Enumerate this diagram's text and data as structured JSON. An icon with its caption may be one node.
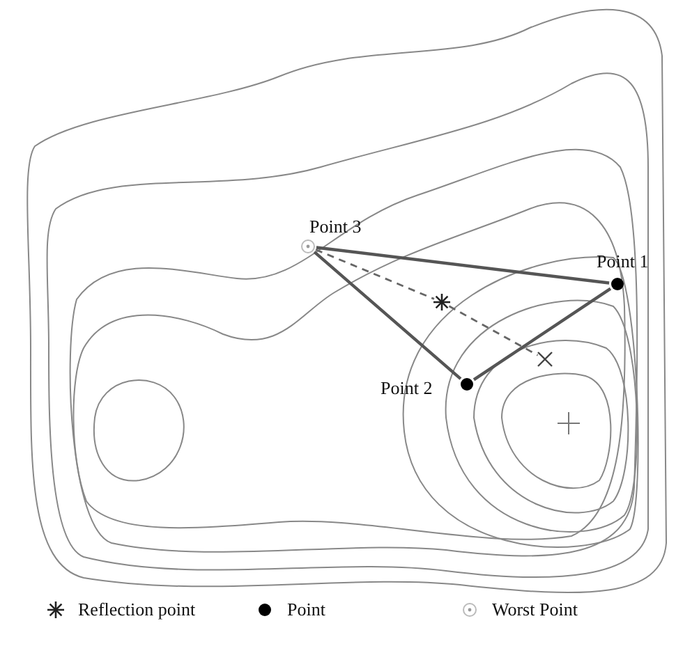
{
  "diagram": {
    "nodes": [
      {
        "text": [],
        "shape": "circle",
        "beside": [
          "Point 3"
        ]
      },
      {
        "text": [],
        "shape": "dot",
        "beside": [
          "Point 1"
        ]
      },
      {
        "text": [],
        "shape": "dot",
        "beside": [
          "Point 2"
        ]
      },
      {
        "text": [],
        "shape": "star"
      },
      {
        "text": [],
        "shape": "cross"
      }
    ],
    "edges": [
      {
        "from": 0,
        "to": 1,
        "arrow": "none"
      },
      {
        "from": 0,
        "to": 2,
        "arrow": "none"
      },
      {
        "from": 2,
        "to": 1,
        "arrow": "none"
      },
      {
        "from": 0,
        "to": 3,
        "arrow": "none",
        "style": "dashed"
      },
      {
        "from": 3,
        "to": 4,
        "arrow": "none",
        "style": "dashed"
      }
    ],
    "legend": [
      {
        "text": "Reflection point"
      },
      {
        "text": "Point"
      },
      {
        "text": "Worst Point"
      }
    ]
  }
}
